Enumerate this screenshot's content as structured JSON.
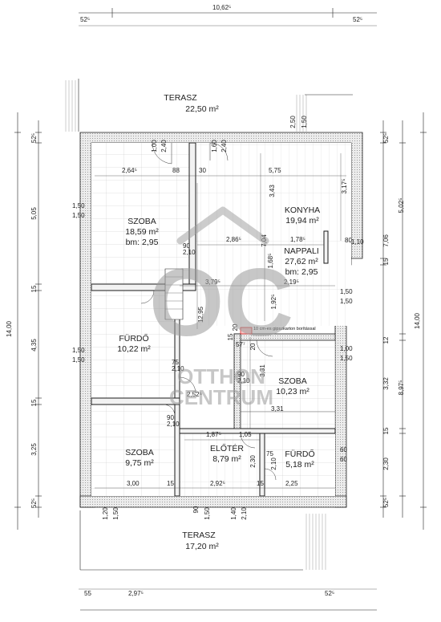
{
  "rooms": [
    {
      "id": "terrace-top",
      "name": "TERASZ",
      "area": "22,50 m²"
    },
    {
      "id": "szoba-1",
      "name": "SZOBA",
      "area": "18,59 m²",
      "extra": "bm: 2,95"
    },
    {
      "id": "konyha",
      "name": "KONYHA",
      "area": "19,94 m²"
    },
    {
      "id": "nappali",
      "name": "NAPPALI",
      "area": "27,62 m²",
      "extra": "bm: 2,95"
    },
    {
      "id": "furdo-1",
      "name": "FÜRDŐ",
      "area": "10,22 m²"
    },
    {
      "id": "szoba-2",
      "name": "SZOBA",
      "area": "10,23 m²"
    },
    {
      "id": "szoba-3",
      "name": "SZOBA",
      "area": "9,75 m²"
    },
    {
      "id": "eloter",
      "name": "ELŐTÉR",
      "area": "8,79 m²"
    },
    {
      "id": "furdo-2",
      "name": "FÜRDŐ",
      "area": "5,18 m²"
    },
    {
      "id": "terrace-bottom",
      "name": "TERASZ",
      "area": "17,20 m²"
    }
  ],
  "note": "10 cm-es gipszkarton borítással",
  "watermark": {
    "letters": "OC",
    "line1": "OTTHON",
    "line2": "CENTRUM"
  },
  "dims": {
    "top_total": "10,62⁵",
    "top_left": "52⁵",
    "top_right": "52⁵",
    "bottom_left": "55",
    "bottom_mid": "2,97⁵",
    "bottom_right": "52⁵",
    "left_total": "14,00",
    "right_total": "14,00",
    "left_seg": [
      "52⁵",
      "5,05",
      "15",
      "4,35",
      "15",
      "3,25",
      "52⁵"
    ],
    "right_seg_a": [
      "52⁵",
      "5,02⁵",
      "15",
      "8,97⁵",
      "52⁵"
    ],
    "right_seg_b": [
      "7,06",
      "12",
      "3,32",
      "15",
      "2,30"
    ],
    "inner": {
      "d264": "2,64⁵",
      "d88": "88",
      "d30": "30",
      "d575": "5,75",
      "d343": "3,43",
      "d317": "3,17⁵",
      "d100": "1,00",
      "d240a": "2,40",
      "d160": "1,60",
      "d240b": "2,40",
      "d250": "2,50",
      "d150a": "1,50",
      "d150b": "1,50",
      "d150c": "1,50",
      "d90a": "90",
      "d210a": "2,10",
      "d286": "2,86⁵",
      "d704": "7,04",
      "d178": "1,78⁵",
      "d80": "80",
      "d110": "1,10",
      "d168": "1,68⁵",
      "d219": "2,19⁵",
      "d379": "3,79⁵",
      "d192": "1,92⁵",
      "d150d": "1,50",
      "d150e": "1,50",
      "d1295": "12,95",
      "d150f": "1,50",
      "d150g": "1,50",
      "d75a": "75",
      "d210b": "2,10",
      "d100b": "1,00",
      "d150h": "1,50",
      "d90b": "90",
      "d210c": "2,10",
      "d331a": "3,31",
      "d331b": "3,31",
      "d252": "2,52⁵",
      "d90c": "90",
      "d210d": "2,10",
      "d187": "1,87⁵",
      "d105": "1,05",
      "d230a": "2,30",
      "d75b": "75",
      "d210e": "2,10",
      "d60a": "60",
      "d60b": "60",
      "d300": "3,00",
      "d15a": "15",
      "d292": "2,92⁵",
      "d15b": "15",
      "d225": "2,25",
      "d120": "1,20",
      "d150i": "1,50",
      "d90d": "90",
      "d150j": "1,50",
      "d140": "1,40",
      "d210f": "2,10",
      "d20": "20",
      "d577": "57⁷",
      "d15c": "15",
      "d20b": "20"
    }
  }
}
